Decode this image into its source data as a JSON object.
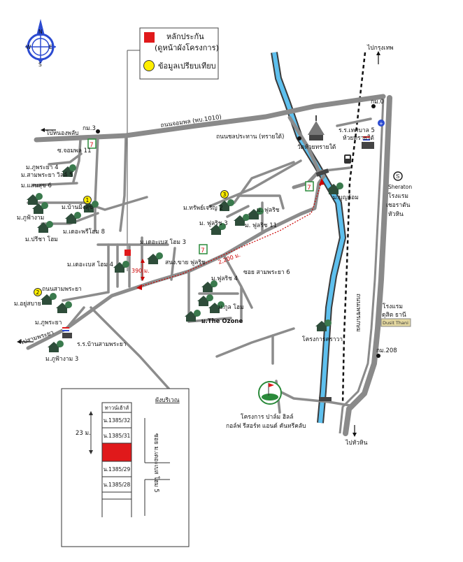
{
  "legend": {
    "site_label": "หลักประกัน",
    "site_sublabel": "(ดูหน้าผังโครงการ)",
    "compare_label": "ข้อมูลเปรียบเทียบ",
    "site_color": "#e0191b",
    "compare_color": "#ffee00"
  },
  "compass": {
    "n": "N",
    "s": "S",
    "e": "E",
    "w": "W"
  },
  "roads": {
    "jomphon": "ถนนจอมพล (พบ.1010)",
    "chonprathan": "ถนนชลประทาน (ทรายใต้)",
    "soi_jomphon_11": "ซ.จอมพล 11",
    "to_nong_phlap": "ไปหนองพลับ",
    "to_bangkok": "ไปกรุงเทพ",
    "to_hua_hin": "ไปหัวหิน",
    "to_sam_phraya": "ไปสามพระยา",
    "sam_phraya_road": "ถนนสามพระยา",
    "soi_sam_phraya_6": "ซอย สามพระยา 6",
    "phetkasem": "ถนนเพชรเกษม",
    "km0": "กม.0",
    "km3": "กม.3",
    "km208": "กม.208"
  },
  "places": {
    "phupraya4": "ม.ภูพระยา 4",
    "samphraya_ville5": "ม.สามพระยา วิลล์ 5",
    "saensuk6": "ม.แสนสุข 6",
    "phufa_ngam": "ม.ภูฟ้างาม",
    "ban_ming_sook": "ม.บ้านมิ่งสุข",
    "dheeshuaythong8": "ม.เดอะพรีโฮม 8",
    "preecha_home": "ม.ปรีชา โฮม",
    "the_base_home3": "ม.เดอะเบส โฮม 3",
    "the_base_home4": "ม.เดอะเบส โฮม 4",
    "yoo_sabai": "ม.อยู่สบาย",
    "phupraya": "ม.ภูพระยา",
    "school_ban_samphraya": "ร.ร.บ้านสามพระยา",
    "phufa_ngam3": "ม.ภูฟ้างาม 3",
    "supsab_charoen2": "ม.ทรัพย์เจริญ 2",
    "ploen_chit3": "ม. ฟูลริช 3",
    "ploen_chit": "ม. ฟูลริช",
    "ploen_chit11": "ม. ฟูลริช 11",
    "sakhon_plaza": "สนง.ขาย ฟูลริช",
    "ploen_chit4": "ม.ฟูลริช 4",
    "kool_home": "ม.กูล โฮม",
    "the_ozone": "ม.The Ozone",
    "wat_huay_sai_tai": "วัดห้วยทรายใต้",
    "boonlom": "ม.บุญล้อม",
    "tessaban5": "ร.ร.เทศบาล 5",
    "huay_sai_tai": "ห้วยทรายใต้",
    "sheraton": "Sheraton",
    "sheraton_hotel1": "โรงแรม",
    "sheraton_hotel2": "เชอราตัน",
    "sheraton_hotel3": "หัวหิน",
    "dusit_hotel1": "โรงแรม",
    "dusit_hotel2": "ดุสิต ธานี",
    "dusit_logo": "Dusit Thani",
    "krongkarn_krawan": "โครงการคราวา",
    "palm_hills1": "โครงการ ปาล์ม ฮิลล์",
    "palm_hills2": "กอล์ฟ รีสอร์ท แอนด์ คันทรีคลับ"
  },
  "markers": {
    "one": "1",
    "two": "2",
    "three": "3"
  },
  "distances": {
    "d390": "390 ม.",
    "d2200": "2,200 ม."
  },
  "inset": {
    "title": "ผังบริเวณ",
    "road_label": "ซอย ม.เดอะเบส โฮม 5",
    "distance": "23 ม.",
    "lots": [
      {
        "label": "ทาวน์เฮ้าส์"
      },
      {
        "label": "น.1385/32"
      },
      {
        "label": "น.1385/31"
      },
      {
        "label": ""
      },
      {
        "label": "น.1385/29"
      },
      {
        "label": "น.1385/28"
      }
    ]
  }
}
